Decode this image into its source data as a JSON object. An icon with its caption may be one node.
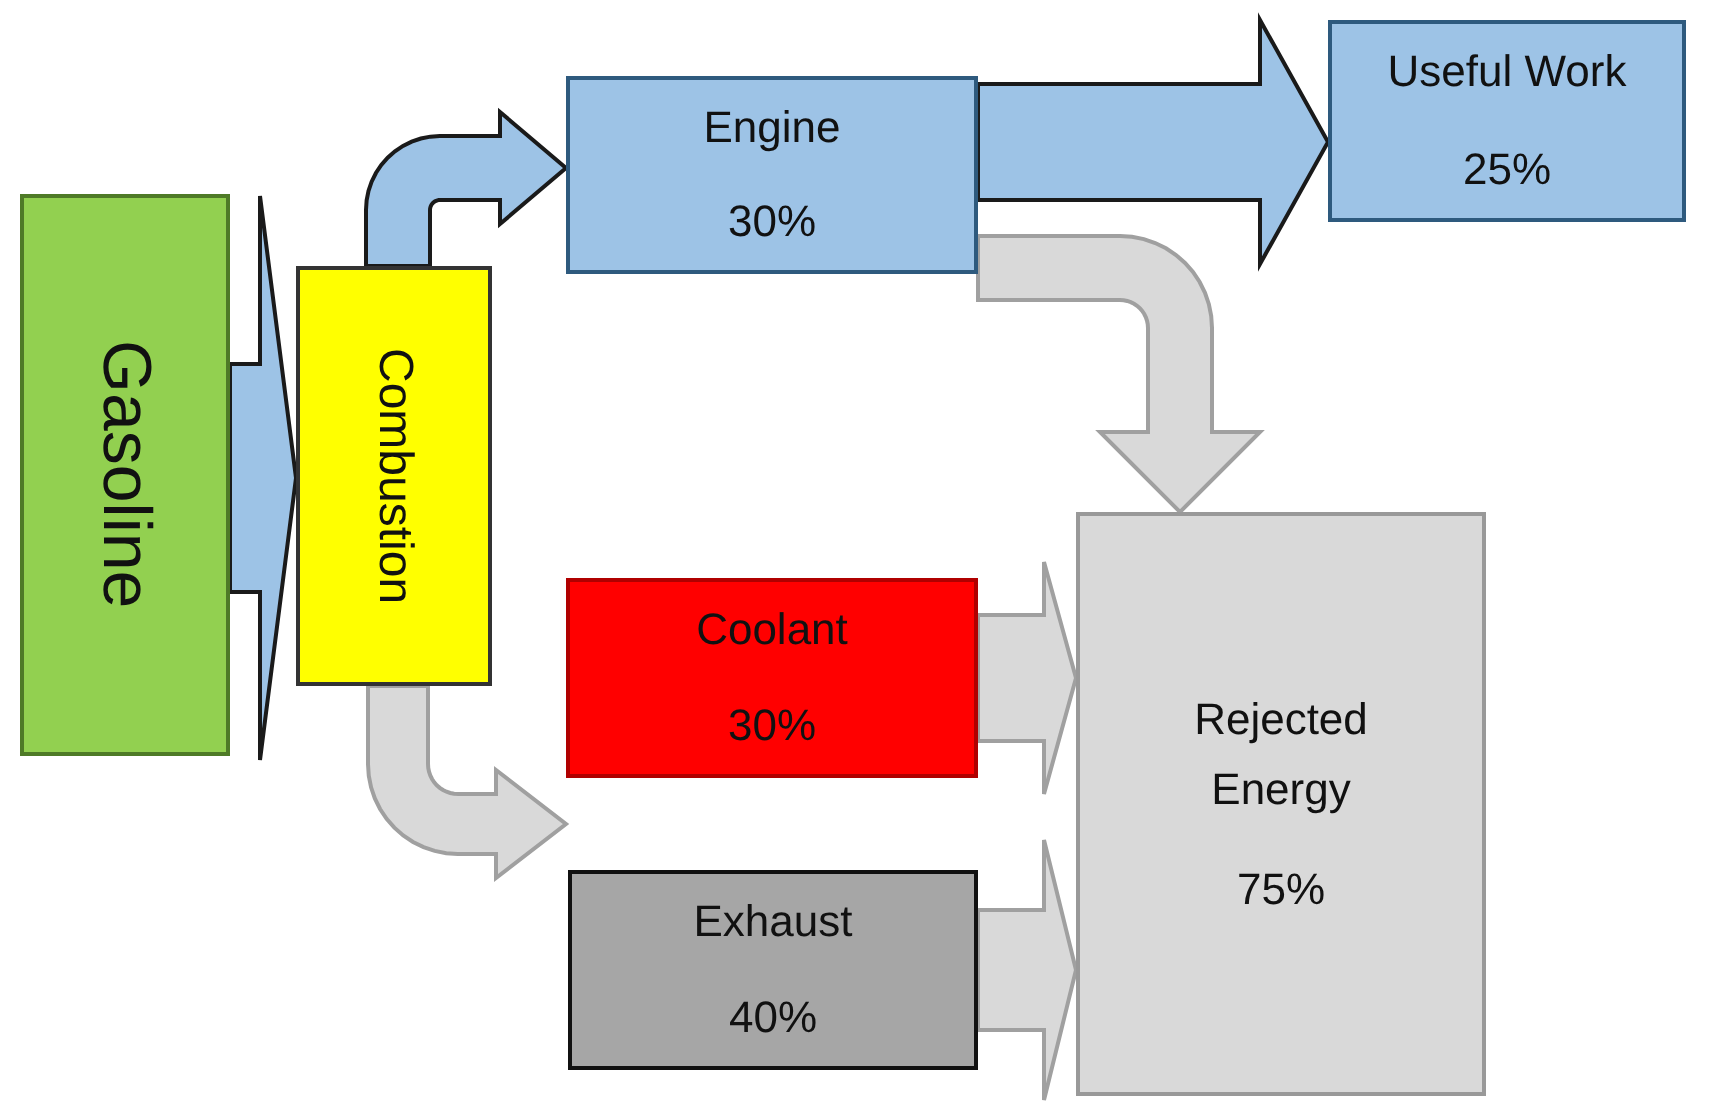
{
  "diagram": {
    "nodes": [
      {
        "text": [
          "Gasoline"
        ]
      },
      {
        "text": [
          "Combustion"
        ]
      },
      {
        "text": [
          "Engine",
          "30%"
        ]
      },
      {
        "text": [
          "Useful Work",
          "25%"
        ]
      },
      {
        "text": [
          "Coolant",
          "30%"
        ]
      },
      {
        "text": [
          "Exhaust",
          "40%"
        ]
      },
      {
        "text": [
          "Rejected Energy",
          "75%"
        ]
      }
    ],
    "edges": [
      {
        "from": 0,
        "to": 1,
        "arrow": "to",
        "color": "#9dc3e6"
      },
      {
        "from": 1,
        "to": 2,
        "arrow": "to",
        "color": "#9dc3e6"
      },
      {
        "from": 2,
        "to": 3,
        "arrow": "to",
        "color": "#9dc3e6"
      },
      {
        "from": 2,
        "to": 6,
        "arrow": "to"
      },
      {
        "from": 1,
        "to": null,
        "arrow": "to"
      },
      {
        "from": 4,
        "to": 6,
        "arrow": "to"
      },
      {
        "from": 5,
        "to": 6,
        "arrow": "to"
      }
    ]
  }
}
